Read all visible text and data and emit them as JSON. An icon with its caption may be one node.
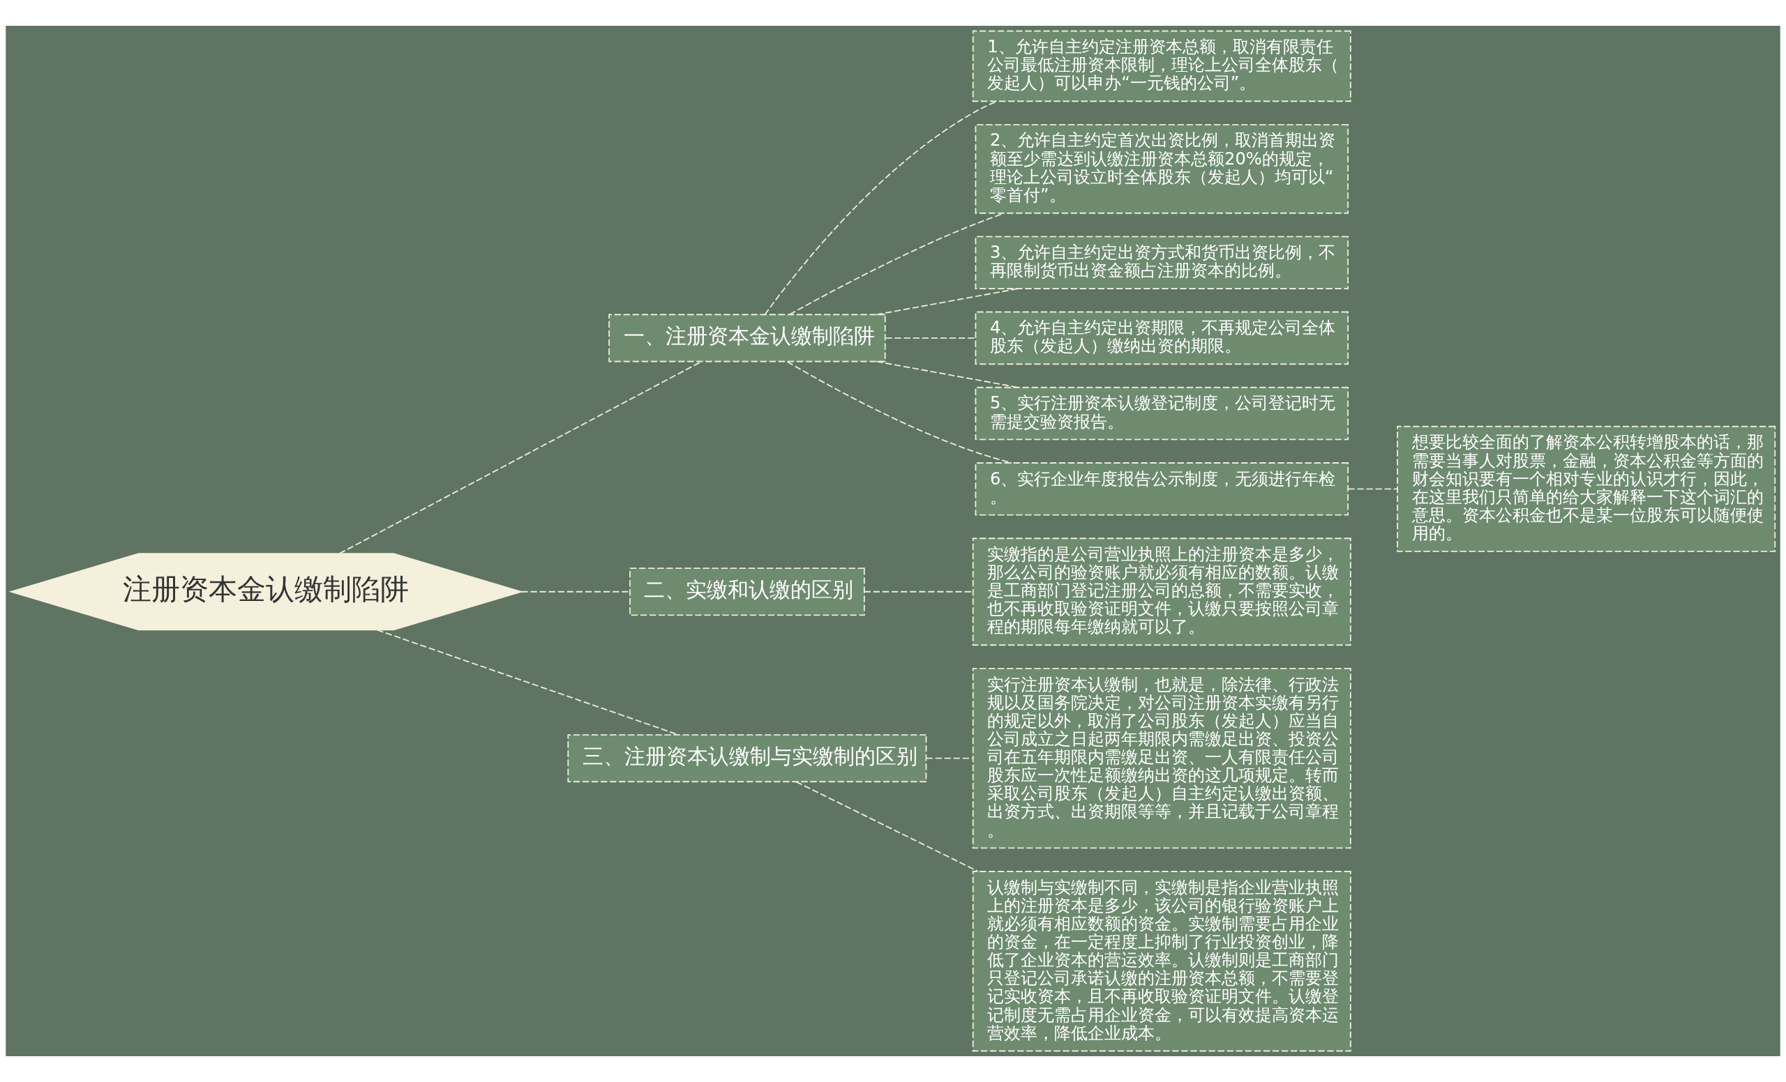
{
  "diagram": {
    "nodes": [
      {
        "text": [
          "注册资本金认缴制陷阱"
        ]
      },
      {
        "text": [
          "一、注册资本金认缴制陷阱"
        ]
      },
      {
        "text": [
          "1、允许自主约定注册资本总额，取消有限责任公司最低注册资本限制，理论上公司全体股东（发起人）可以申办“一元钱的公司”。"
        ]
      },
      {
        "text": [
          "2、允许自主约定首次出资比例，取消首期出资额至少需达到认缴注册资本总额20%的规定，理论上公司设立时全体股东（发起人）均可以“零首付”。"
        ]
      },
      {
        "text": [
          "3、允许自主约定出资方式和货币出资比例，不再限制货币出资金额占注册资本的比例。"
        ]
      },
      {
        "text": [
          "4、允许自主约定出资期限，不再规定公司全体股东（发起人）缴纳出资的期限。"
        ]
      },
      {
        "text": [
          "5、实行注册资本认缴登记制度，公司登记时无需提交验资报告。"
        ]
      },
      {
        "text": [
          "6、实行企业年度报告公示制度，无须进行年检。"
        ]
      },
      {
        "text": [
          "想要比较全面的了解资本公积转增股本的话，那需要当事人对股票，金融，资本公积金等方面的财会知识要有一个相对专业的认识才行，因此，在这里我们只简单的给大家解释一下这个词汇的意思。资本公积金也不是某一位股东可以随便使用的。"
        ]
      },
      {
        "text": [
          "二、实缴和认缴的区别"
        ]
      },
      {
        "text": [
          "实缴指的是公司营业执照上的注册资本是多少，那么公司的验资账户就必须有相应的数额。认缴是工商部门登记注册公司的总额，不需要实收，也不再收取验资证明文件，认缴只要按照公司章程的期限每年缴纳就可以了。"
        ]
      },
      {
        "text": [
          "三、注册资本认缴制与实缴制的区别"
        ]
      },
      {
        "text": [
          "实行注册资本认缴制，也就是，除法律、行政法规以及国务院决定，对公司注册资本实缴有另行的规定以外，取消了公司股东（发起人）应当自公司成立之日起两年期限内需缴足出资、投资公司在五年期限内需缴足出资、一人有限责任公司股东应一次性足额缴纳出资的这几项规定。转而采取公司股东（发起人）自主约定认缴出资额、出资方式、出资期限等等，并且记载于公司章程。"
        ]
      },
      {
        "text": [
          "认缴制与实缴制不同，实缴制是指企业营业执照上的注册资本是多少，该公司的银行验资账户上就必须有相应数额的资金。实缴制需要占用企业的资金，在一定程度上抑制了行业投资创业，降低了企业资本的营运效率。认缴制则是工商部门只登记公司承诺认缴的注册资本总额，不需要登记实收资本，且不再收取验资证明文件。认缴登记制度无需占用企业资金，可以有效提高资本运营效率，降低企业成本。"
        ]
      }
    ],
    "edges": [
      {
        "from": 0,
        "to": 1,
        "arrow": "none",
        "style": "dashed"
      },
      {
        "from": 1,
        "to": 2,
        "arrow": "none",
        "style": "dashed"
      },
      {
        "from": 1,
        "to": 3,
        "arrow": "none",
        "style": "dashed"
      },
      {
        "from": 1,
        "to": 4,
        "arrow": "none",
        "style": "dashed"
      },
      {
        "from": 1,
        "to": 5,
        "arrow": "none",
        "style": "dashed"
      },
      {
        "from": 1,
        "to": 6,
        "arrow": "none",
        "style": "dashed"
      },
      {
        "from": 1,
        "to": 7,
        "arrow": "none",
        "style": "dashed"
      },
      {
        "from": 7,
        "to": 8,
        "arrow": "none",
        "style": "dashed"
      },
      {
        "from": 0,
        "to": 9,
        "arrow": "none",
        "style": "dashed"
      },
      {
        "from": 9,
        "to": 10,
        "arrow": "none",
        "style": "dashed"
      },
      {
        "from": 0,
        "to": 11,
        "arrow": "none",
        "style": "dashed"
      },
      {
        "from": 11,
        "to": 12,
        "arrow": "none",
        "style": "dashed"
      },
      {
        "from": 11,
        "to": 13,
        "arrow": "none",
        "style": "dashed"
      }
    ]
  }
}
